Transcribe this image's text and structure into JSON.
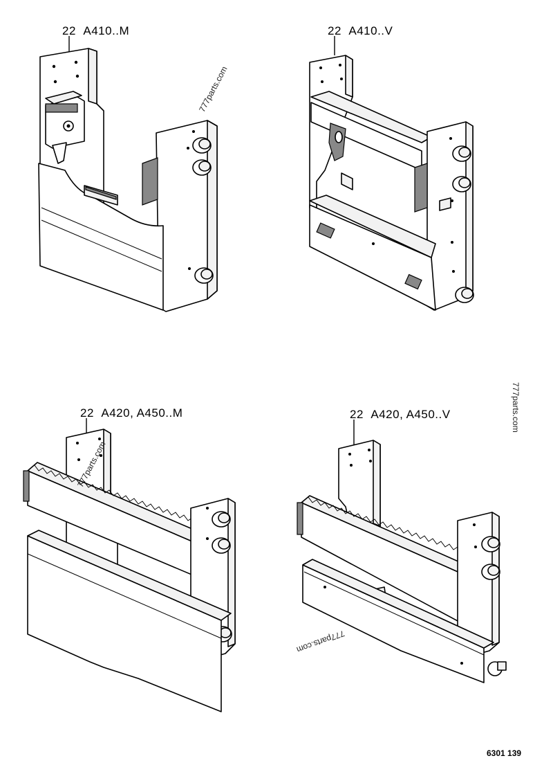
{
  "figures": [
    {
      "ref": "22",
      "label": "A410..M"
    },
    {
      "ref": "22",
      "label": "A410..V"
    },
    {
      "ref": "22",
      "label": "A420, A450..M"
    },
    {
      "ref": "22",
      "label": "A420, A450..V"
    }
  ],
  "watermarks": [
    "777parts.com",
    "777parts.com",
    "777parts.com",
    "777parts.com"
  ],
  "document_number": "6301 139"
}
